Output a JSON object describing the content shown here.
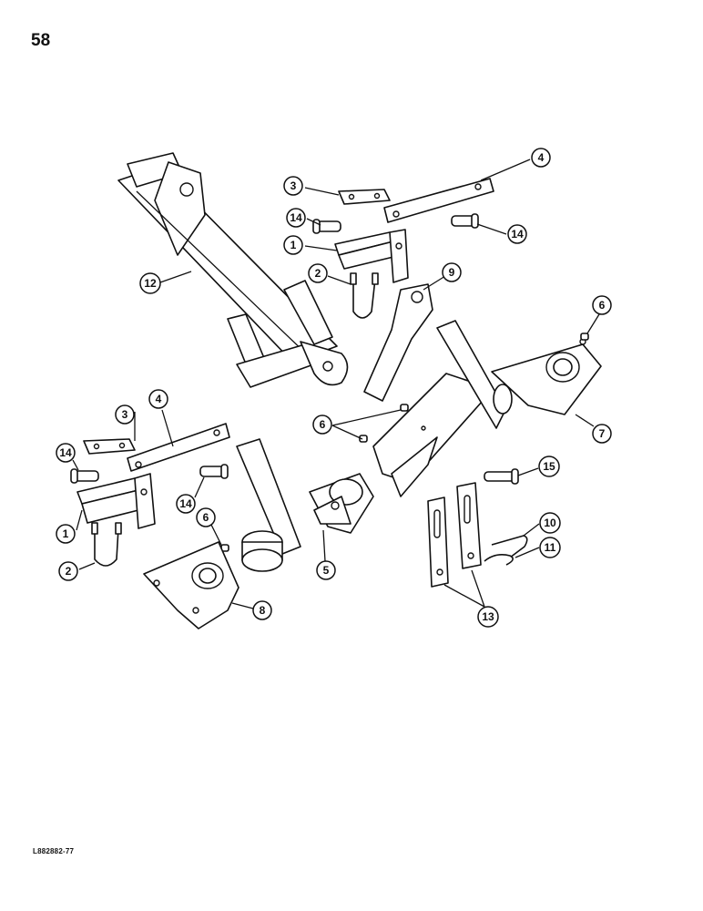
{
  "page": {
    "number": "58",
    "drawing_code": "L882882-77"
  },
  "callouts": {
    "c1": "1",
    "c2": "2",
    "c3": "3",
    "c4": "4",
    "c5": "5",
    "c6": "6",
    "c7": "7",
    "c8": "8",
    "c9": "9",
    "c10": "10",
    "c11": "11",
    "c12": "12",
    "c13": "13",
    "c14": "14",
    "c15": "15"
  }
}
